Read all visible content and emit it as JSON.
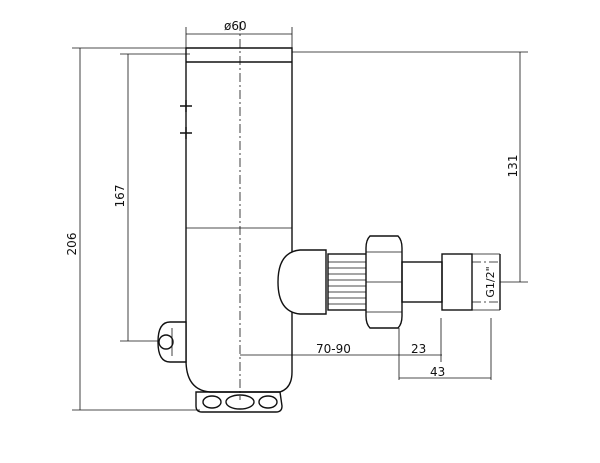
{
  "dimensions": {
    "diameter": "ø60",
    "overall_height": "206",
    "inlet_height": "167",
    "outlet_height": "131",
    "wall_range": "70-90",
    "nut_offset": "23",
    "outlet_length": "43",
    "thread": "G1/2\""
  }
}
